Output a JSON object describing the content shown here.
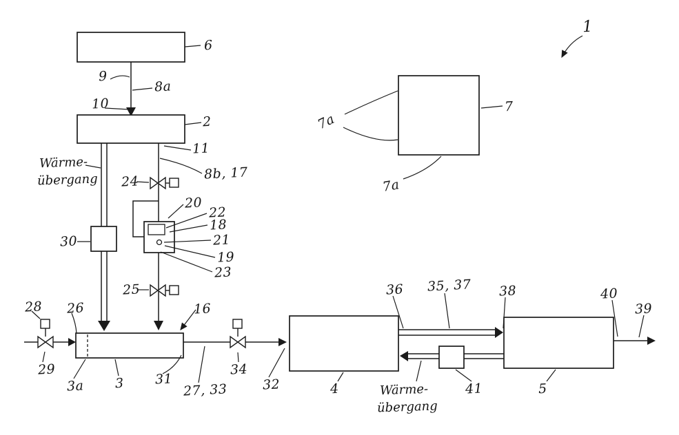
{
  "figure": {
    "kind": "patent-schematic",
    "reference_number": "1"
  },
  "colors": {
    "ink": "#1b1b1b",
    "background": "#ffffff"
  },
  "labels": {
    "fig": "1",
    "c2": "2",
    "c3": "3",
    "c3a": "3a",
    "c4": "4",
    "c5": "5",
    "c6": "6",
    "c7": "7",
    "n7a_left": "7a",
    "n7a_bottom": "7a",
    "n8a": "8a",
    "n8b17": "8b, 17",
    "n9": "9",
    "n10": "10",
    "n11": "11",
    "n16": "16",
    "n18": "18",
    "n19": "19",
    "n20": "20",
    "n21": "21",
    "n22": "22",
    "n23": "23",
    "n24": "24",
    "n25": "25",
    "n26": "26",
    "n27_33": "27, 33",
    "n28": "28",
    "n29": "29",
    "n30": "30",
    "n31": "31",
    "n32": "32",
    "n34": "34",
    "n35_37": "35, 37",
    "n36": "36",
    "n38": "38",
    "n39": "39",
    "n40": "40",
    "n41": "41"
  },
  "texts": {
    "heat_left_l1": "Wärme-",
    "heat_left_l2": "übergang",
    "heat_bottom_l1": "Wärme-",
    "heat_bottom_l2": "übergang"
  }
}
